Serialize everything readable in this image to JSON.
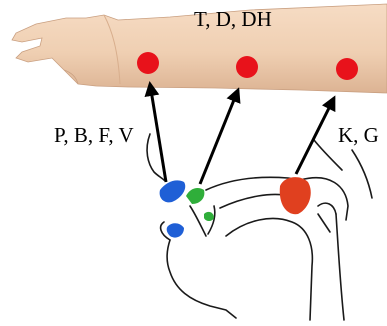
{
  "labels": {
    "top": "T, D, DH",
    "left": "P, B, F, V",
    "right": "K, G"
  },
  "colors": {
    "marker": "#e8121b",
    "lips": "#1f5fd6",
    "alveolar": "#2fae3a",
    "velar": "#e0401f",
    "skin": "#f1d2b6",
    "arrow": "#000000"
  },
  "icons": {
    "arm": "forearm-illustration",
    "head": "vocal-tract-outline"
  }
}
